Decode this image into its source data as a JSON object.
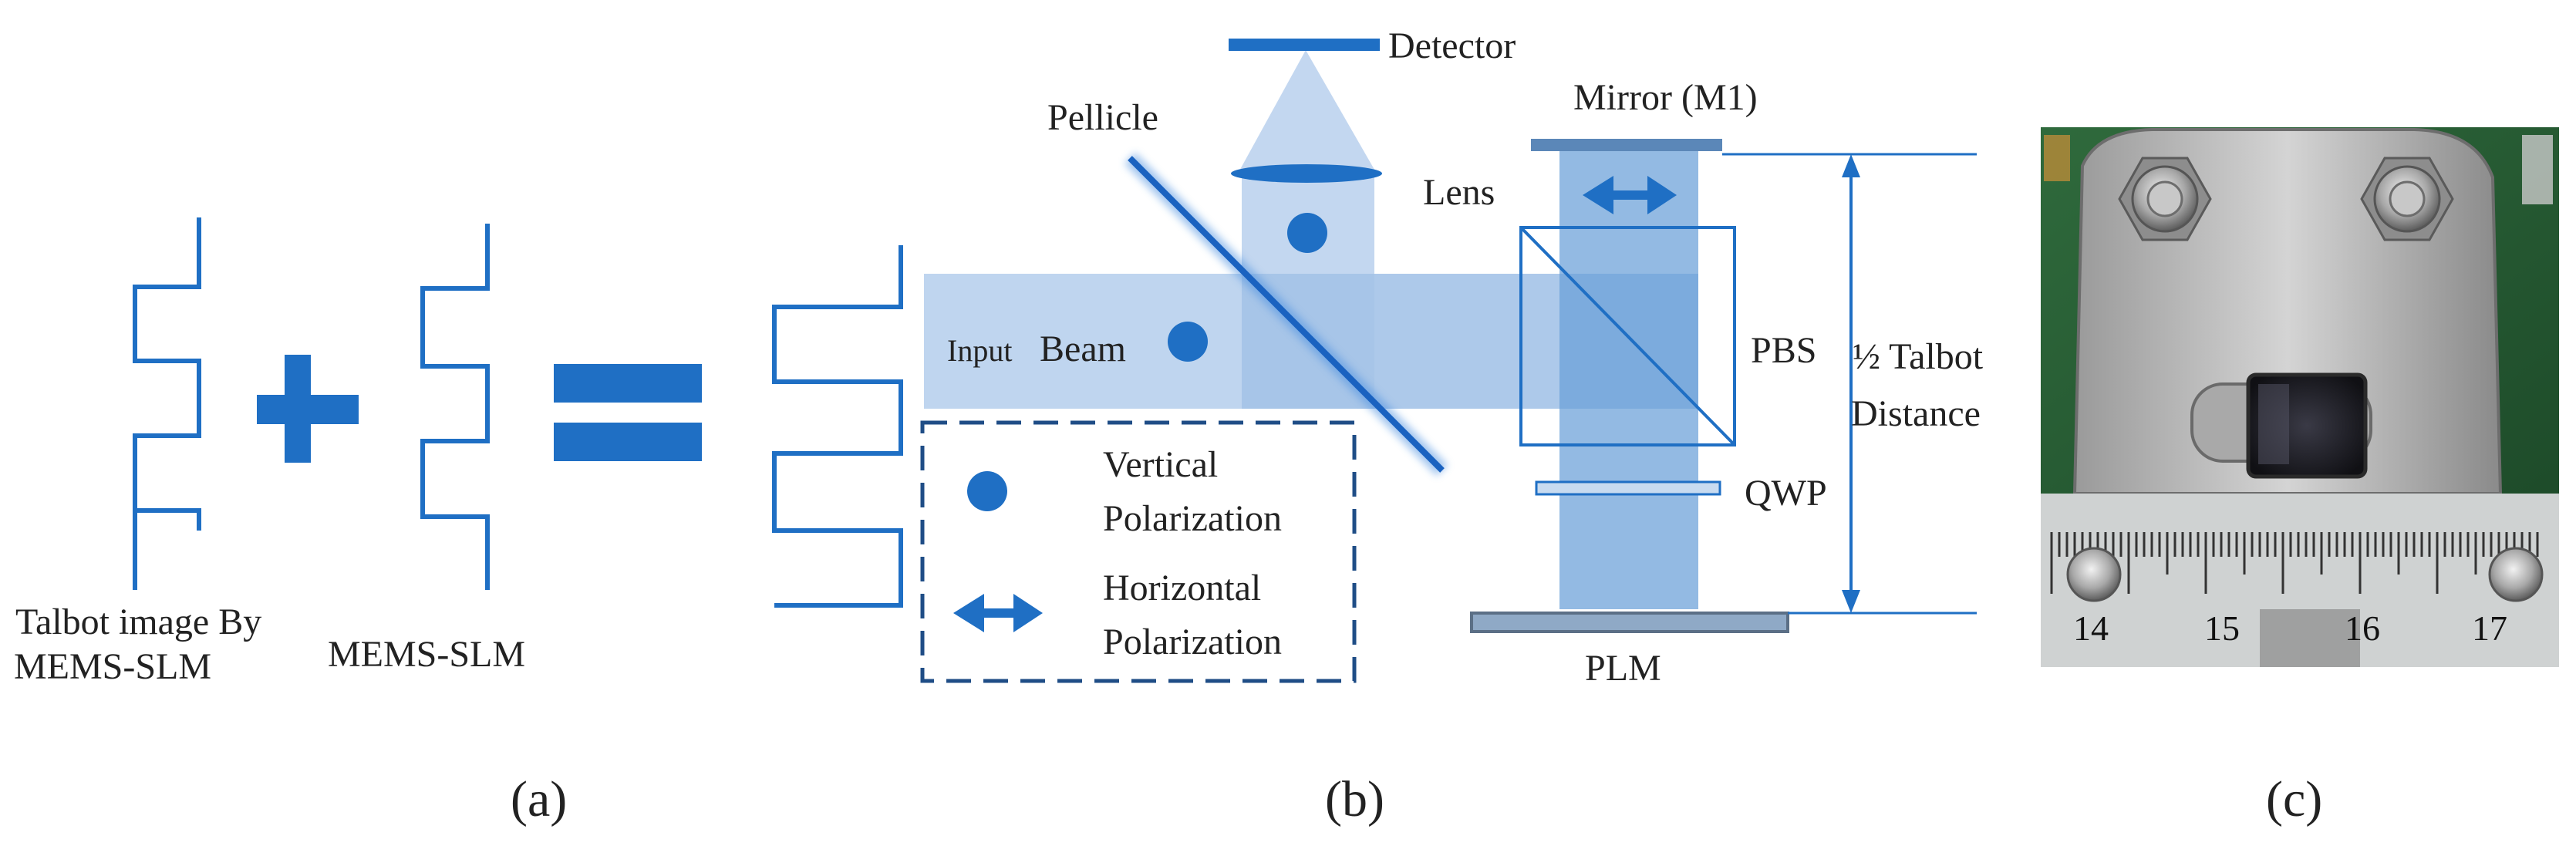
{
  "colors": {
    "primary": "#1f6fc4",
    "beam": "#6a9fd8",
    "beam_light": "#bcd3ee",
    "mirror": "#5b87b8",
    "pellicle": "#1a62c0"
  },
  "panel_a": {
    "label_talbot_line1": "Talbot image By",
    "label_talbot_line2": "MEMS-SLM",
    "label_mems": "MEMS-SLM",
    "plus_icon": "plus-sign",
    "equals_icon": "equals-sign",
    "caption": "(a)"
  },
  "panel_b": {
    "detector": "Detector",
    "pellicle": "Pellicle",
    "lens": "Lens",
    "mirror": "Mirror (M1)",
    "input": "Input",
    "beam": "Beam",
    "pbs": "PBS",
    "talbot_line1": "½ Talbot",
    "talbot_line2": "Distance",
    "qwp": "QWP",
    "plm": "PLM",
    "legend": {
      "vertical_line1": "Vertical",
      "vertical_line2": "Polarization",
      "horizontal_line1": "Horizontal",
      "horizontal_line2": "Polarization"
    },
    "caption": "(b)"
  },
  "panel_c": {
    "ruler_labels": [
      "14",
      "15",
      "16",
      "17"
    ],
    "caption": "(c)"
  }
}
